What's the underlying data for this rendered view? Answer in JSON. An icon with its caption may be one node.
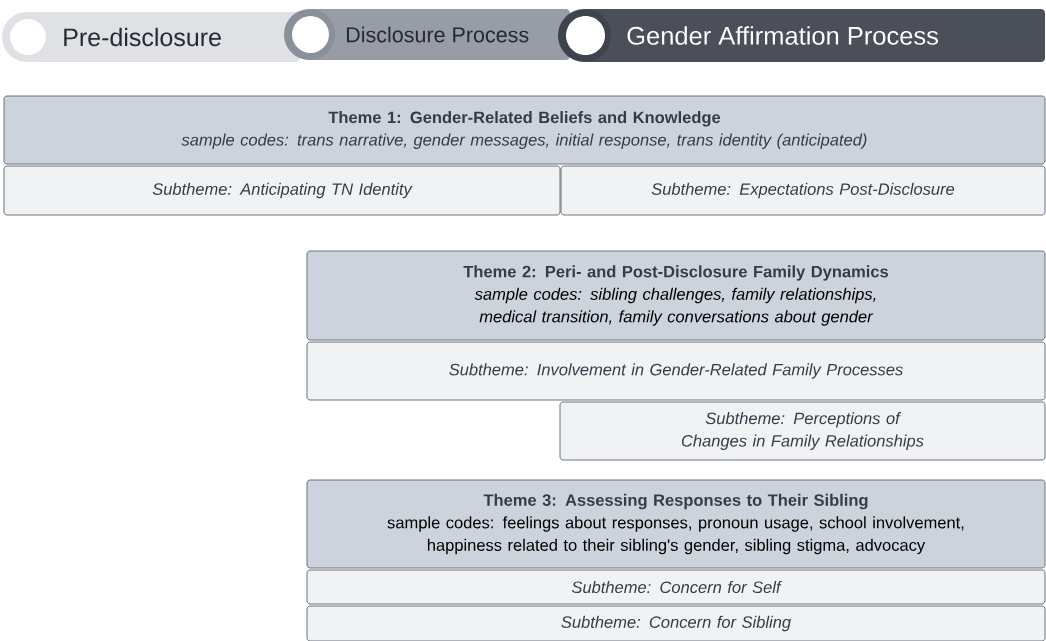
{
  "diagram": {
    "nodes": [
      {
        "text": [
          "Pre-disclosure"
        ]
      },
      {
        "text": [
          "Disclosure Process"
        ]
      },
      {
        "text": [
          "Gender Affirmation Process"
        ]
      },
      {
        "text": [
          "Theme 1: Gender-Related Beliefs and Knowledge",
          "sample codes: trans narrative, gender messages, initial response, trans identity (anticipated)"
        ]
      },
      {
        "text": [
          "Subtheme: Anticipating TN Identity"
        ]
      },
      {
        "text": [
          "Subtheme: Expectations Post-Disclosure"
        ]
      },
      {
        "text": [
          "Theme 2: Peri- and Post-Disclosure Family Dynamics",
          "sample codes: sibling challenges, family relationships, medical transition, family conversations about gender"
        ]
      },
      {
        "text": [
          "Subtheme: Involvement in Gender-Related Family Processes"
        ]
      },
      {
        "text": [
          "Subtheme: Perceptions of Changes in Family Relationships"
        ]
      },
      {
        "text": [
          "Theme 3: Assessing Responses to Their Sibling",
          "sample codes: feelings about responses, pronoun usage, school involvement, happiness related to their sibling's gender, sibling stigma, advocacy"
        ]
      },
      {
        "text": [
          "Subtheme: Concern for Self"
        ]
      },
      {
        "text": [
          "Subtheme: Concern for Sibling"
        ]
      }
    ]
  }
}
